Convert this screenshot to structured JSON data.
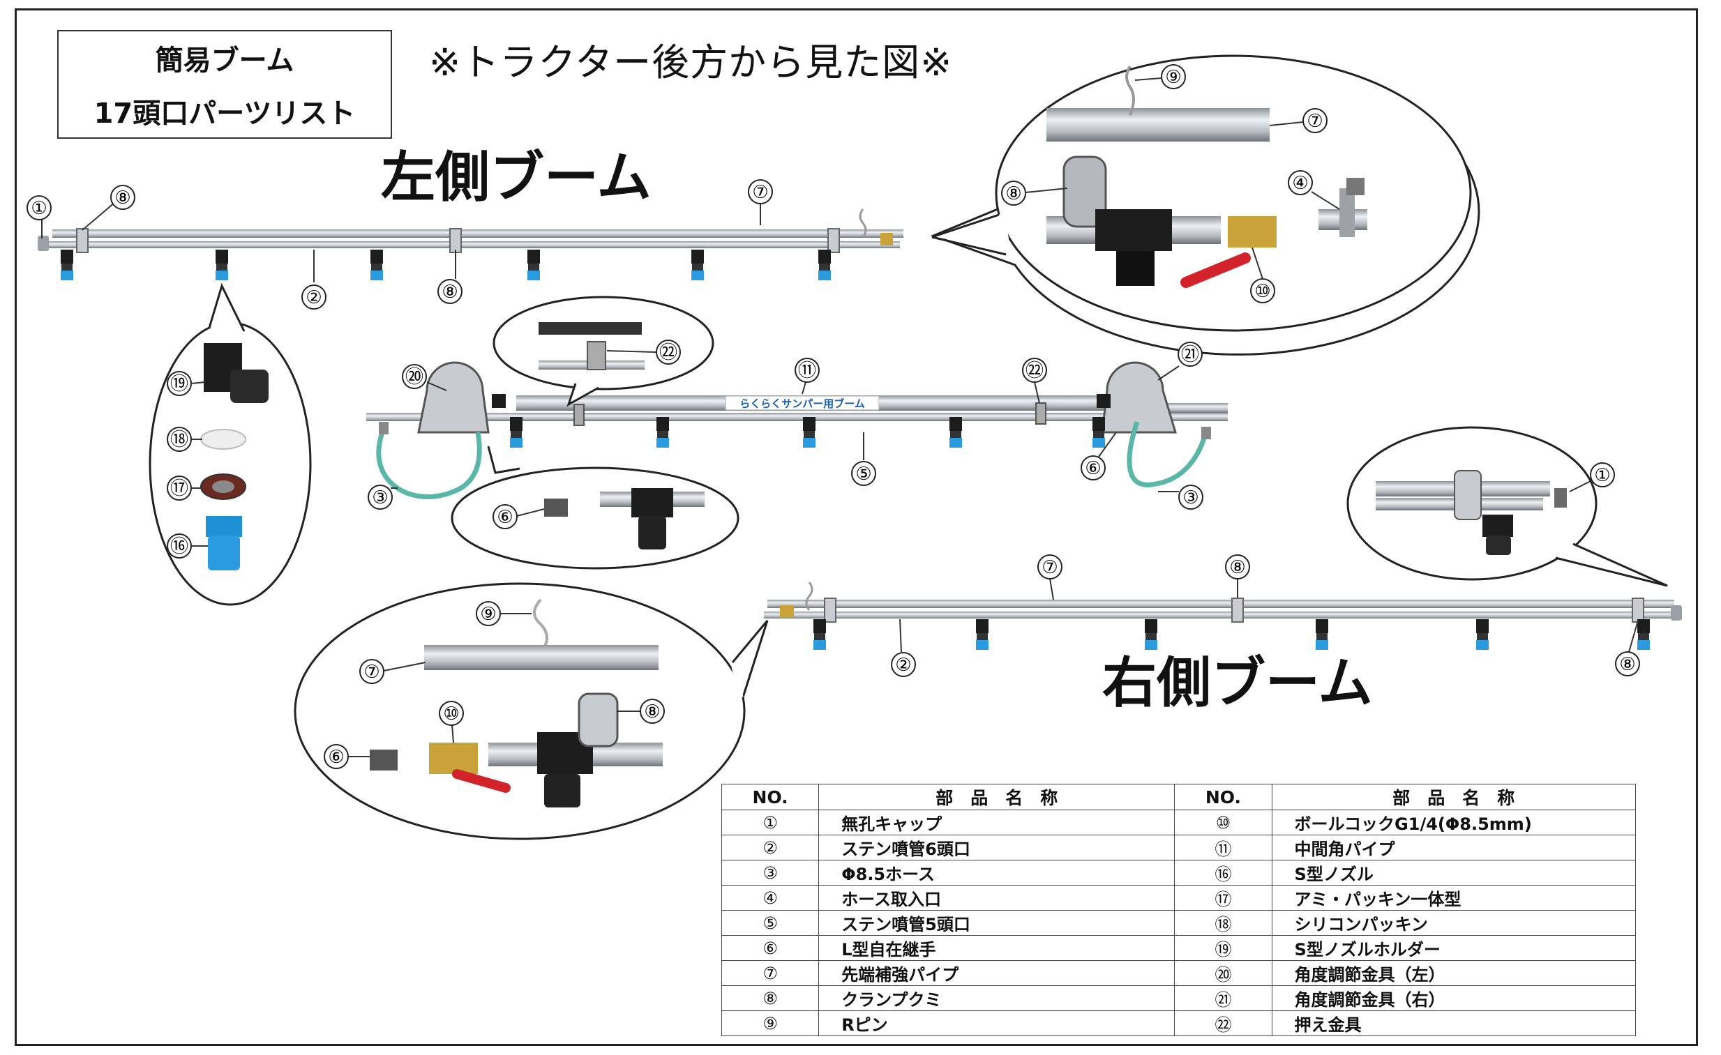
{
  "title": {
    "line1": "簡易ブーム",
    "line2": "17頭口パーツリスト"
  },
  "view_note": "※トラクター後方から見た図※",
  "left_boom_label": "左側ブーム",
  "right_boom_label": "右側ブーム",
  "center_boom_sticker": "らくらくサンパー用ブーム",
  "callout_markers": {
    "left_boom": [
      "①",
      "⑧",
      "⑦",
      "②",
      "⑧"
    ],
    "left_detail": [
      "⑨",
      "⑦",
      "⑧",
      "④",
      "⑩"
    ],
    "nozzle_detail": [
      "⑲",
      "⑱",
      "⑰",
      "⑯"
    ],
    "center_detail_top": [
      "㉒"
    ],
    "center_boom": [
      "⑳",
      "⑪",
      "㉒",
      "㉑",
      "③",
      "⑤",
      "⑥",
      "③"
    ],
    "center_detail_bottom": [
      "⑥"
    ],
    "right_end_detail": [
      "①"
    ],
    "right_boom": [
      "⑦",
      "⑧",
      "②",
      "⑧"
    ],
    "right_detail": [
      "⑨",
      "⑦",
      "⑩",
      "⑧",
      "⑥"
    ]
  },
  "colors": {
    "pipe": "#b9bec4",
    "nozzle_blue": "#2a9be0",
    "hose": "#59b6a9",
    "valve_brass": "#c9a33a",
    "valve_handle": "#d2232a"
  },
  "table": {
    "headers": [
      "NO.",
      "部　品　名　称",
      "NO.",
      "部　品　名　称"
    ],
    "rows": [
      [
        "①",
        "無孔キャップ",
        "⑩",
        "ボールコックG1/4(Φ8.5mm)"
      ],
      [
        "②",
        "ステン噴管6頭口",
        "⑪",
        "中間角パイプ"
      ],
      [
        "③",
        "Φ8.5ホース",
        "⑯",
        "S型ノズル"
      ],
      [
        "④",
        "ホース取入口",
        "⑰",
        "アミ・パッキン一体型"
      ],
      [
        "⑤",
        "ステン噴管5頭口",
        "⑱",
        "シリコンパッキン"
      ],
      [
        "⑥",
        "L型自在継手",
        "⑲",
        "S型ノズルホルダー"
      ],
      [
        "⑦",
        "先端補強パイプ",
        "⑳",
        "角度調節金具（左）"
      ],
      [
        "⑧",
        "クランプクミ",
        "㉑",
        "角度調節金具（右）"
      ],
      [
        "⑨",
        "Rピン",
        "㉒",
        "押え金具"
      ]
    ]
  }
}
